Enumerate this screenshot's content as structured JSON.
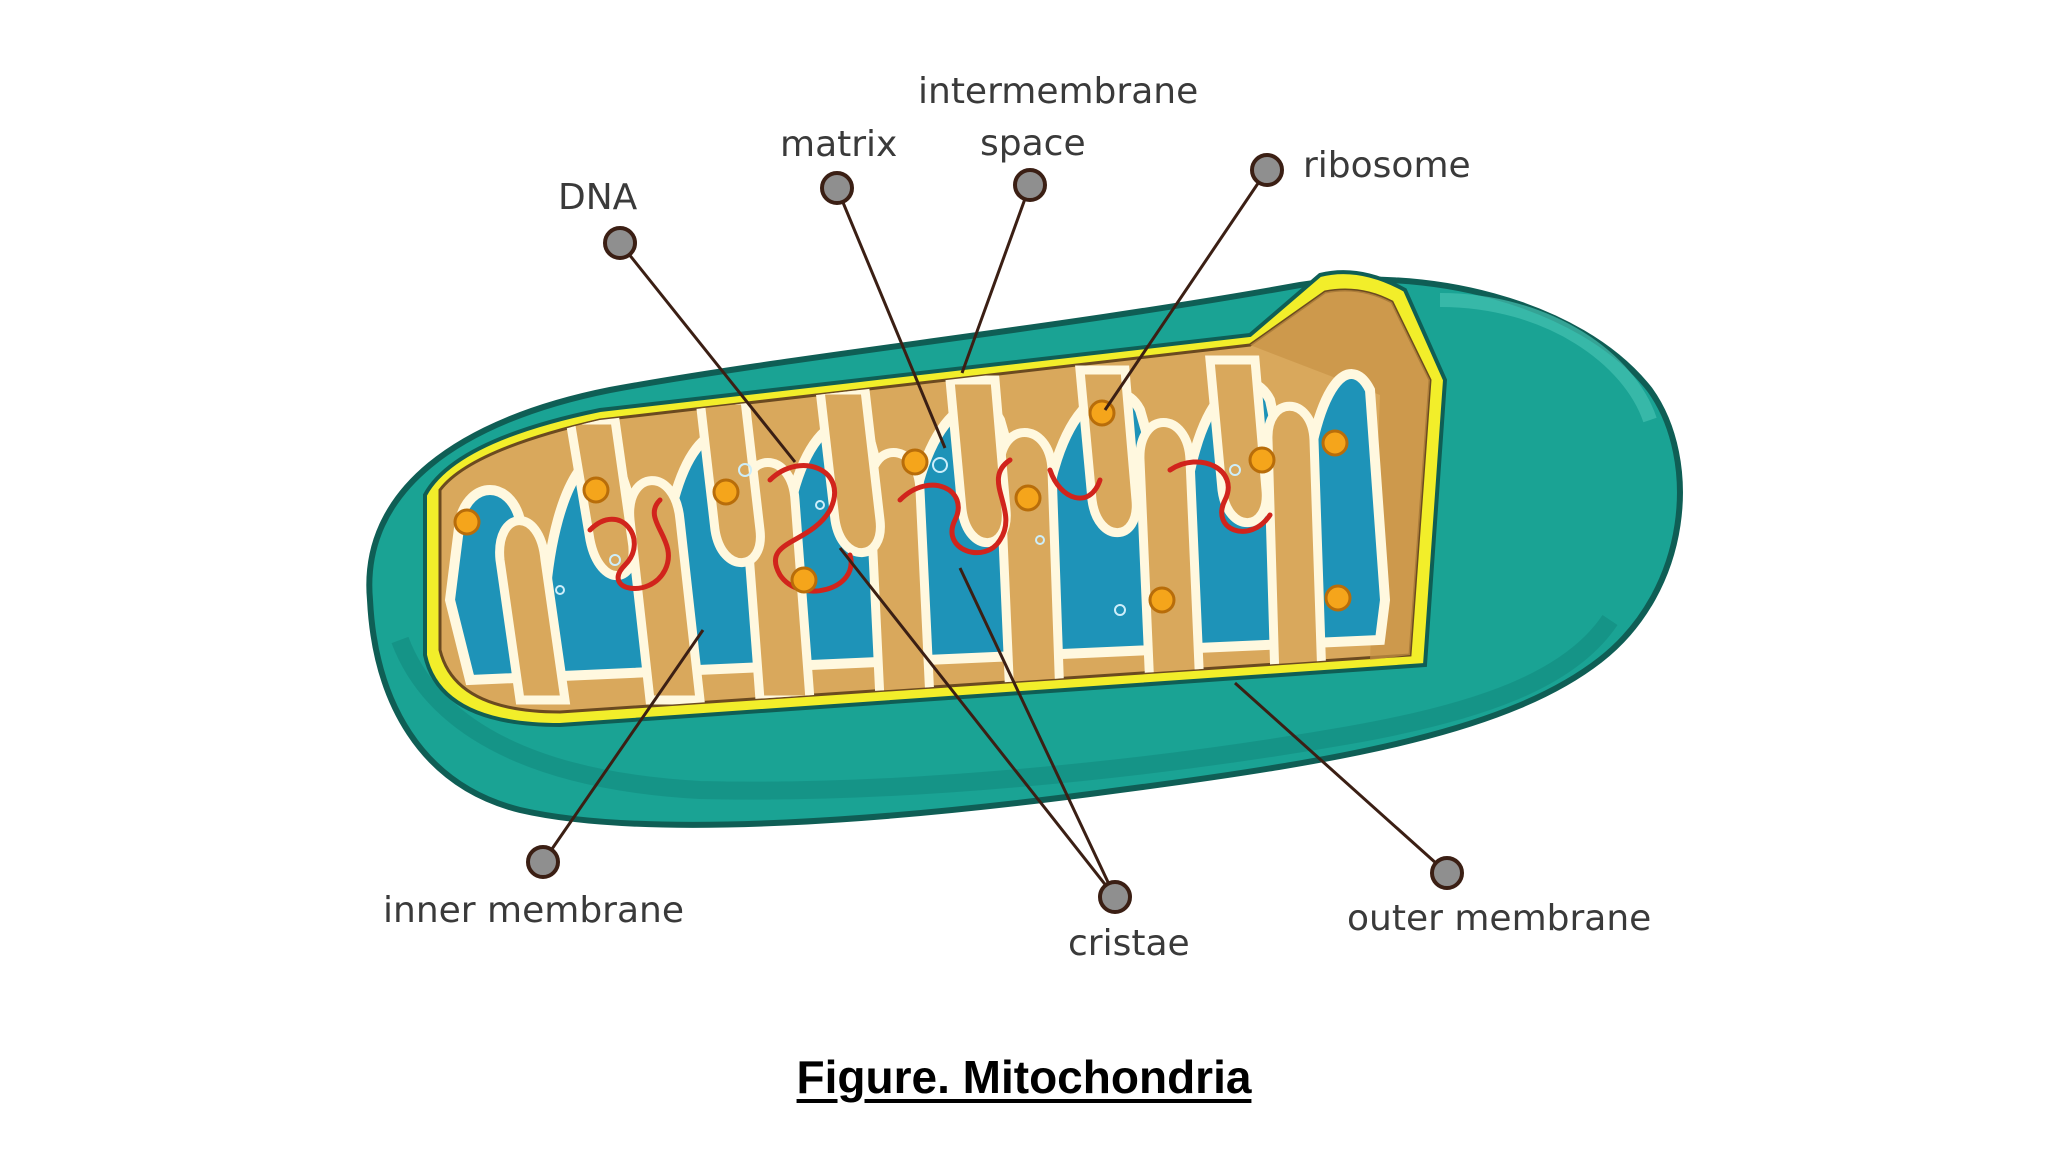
{
  "labels": {
    "dna": "DNA",
    "matrix": "matrix",
    "intermembrane_line1": "intermembrane",
    "intermembrane_line2": "space",
    "ribosome": "ribosome",
    "inner_membrane": "inner membrane",
    "cristae": "cristae",
    "outer_membrane": "outer membrane"
  },
  "caption": "Figure. Mitochondria",
  "colors": {
    "outer_shell": "#1aa394",
    "outer_stroke": "#0f5e55",
    "inner_membrane": "#f2ee2a",
    "intermembrane": "#d9a85c",
    "matrix": "#1e93b8",
    "cristae_edge": "#fff8df",
    "dna": "#d1241c",
    "ribosome": "#f5a51b",
    "callout_dot": "#8f8f8f"
  }
}
